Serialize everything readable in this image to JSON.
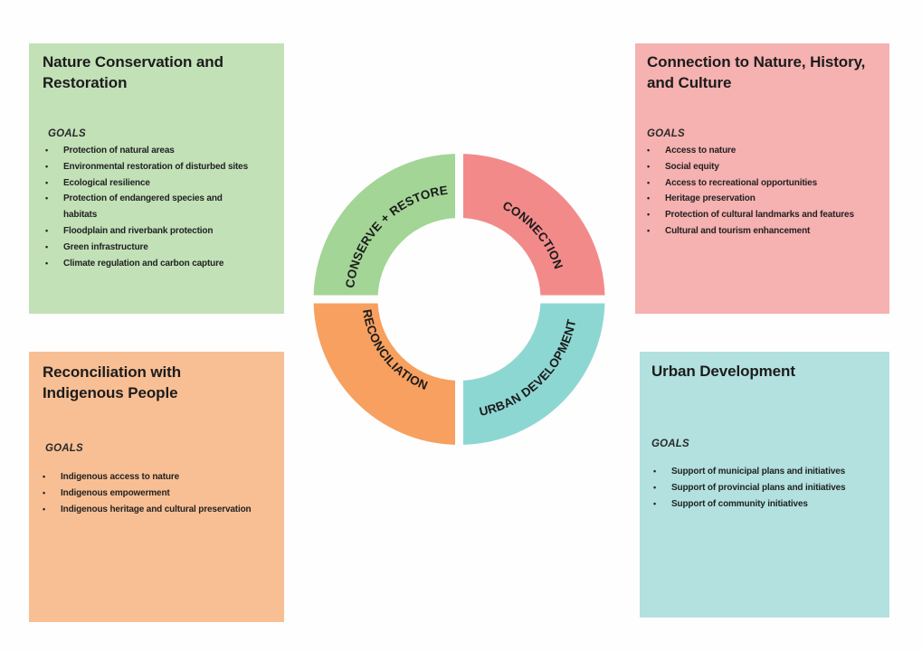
{
  "colors": {
    "background": "#fefefe",
    "nature_card": "#c2e1b7",
    "connection_card": "#f6b1b1",
    "reconciliation_card": "#f9bf94",
    "urban_card": "#b2e1df",
    "conserve_segment": "#a3d596",
    "connection_segment": "#f38a8a",
    "reconciliation_segment": "#f7a05f",
    "urban_segment": "#8dd7d3"
  },
  "ring": {
    "segments": [
      {
        "id": "conserve",
        "label": "CONSERVE + RESTORE",
        "quadrant": "top-left"
      },
      {
        "id": "connection",
        "label": "CONNECTION",
        "quadrant": "top-right"
      },
      {
        "id": "reconciliation",
        "label": "RECONCILIATION",
        "quadrant": "bottom-left"
      },
      {
        "id": "urban",
        "label": "URBAN DEVELOPMENT",
        "quadrant": "bottom-right"
      }
    ]
  },
  "cards": {
    "nature": {
      "title_line1": "Nature Conservation and",
      "title_line2": "Restoration",
      "goals_label": "GOALS",
      "goals": [
        "Protection of natural areas",
        "Environmental restoration of disturbed sites",
        "Ecological resilience",
        "Protection of endangered species and",
        "habitats",
        "Floodplain and riverbank protection",
        "Green infrastructure",
        "Climate regulation and carbon capture"
      ]
    },
    "connection": {
      "title_line1": "Connection to Nature, History,",
      "title_line2": "and Culture",
      "goals_label": "GOALS",
      "goals": [
        "Access to nature",
        "Social equity",
        "Access to recreational opportunities",
        "Heritage preservation",
        "Protection of cultural landmarks and features",
        "Cultural and tourism enhancement"
      ]
    },
    "reconciliation": {
      "title_line1": "Reconciliation with",
      "title_line2": "Indigenous People",
      "goals_label": "GOALS",
      "goals": [
        "Indigenous access to nature",
        "Indigenous empowerment",
        "Indigenous heritage and cultural preservation"
      ]
    },
    "urban": {
      "title_line1": "Urban Development",
      "goals_label": "GOALS",
      "goals": [
        "Support of municipal plans and initiatives",
        "Support of provincial plans and initiatives",
        "Support of community initiatives"
      ]
    }
  },
  "bullet_glyph": "•"
}
